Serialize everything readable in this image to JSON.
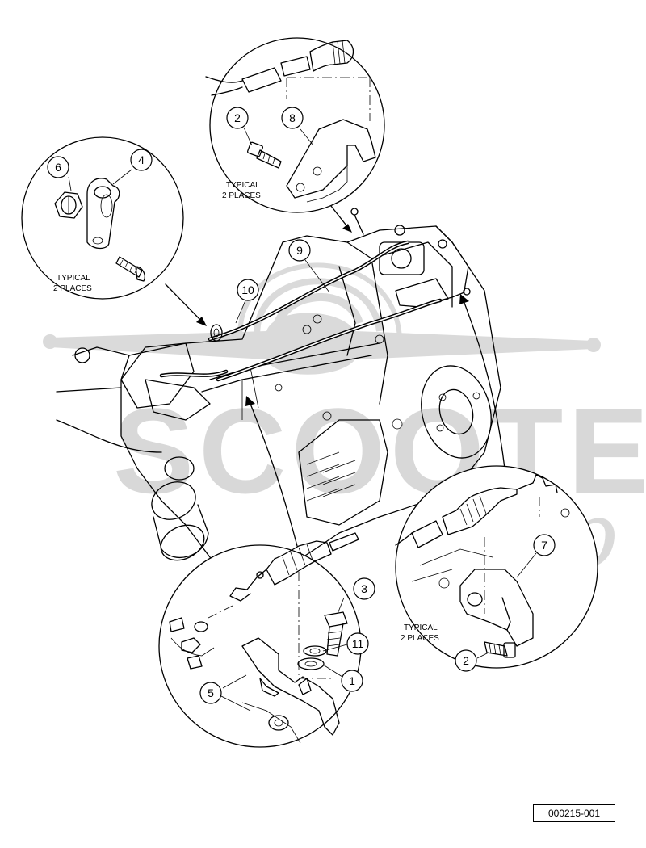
{
  "figure_id": "000215-001",
  "watermark": {
    "text": "SCOOTER",
    "script": "zip"
  },
  "notes": [
    {
      "id": "top",
      "text": [
        "TYPICAL",
        "2 PLACES"
      ]
    },
    {
      "id": "left",
      "text": [
        "TYPICAL",
        "2 PLACES"
      ]
    },
    {
      "id": "right",
      "text": [
        "TYPICAL",
        "2 PLACES"
      ]
    }
  ],
  "callouts": [
    {
      "id": "c2-top",
      "number": "2"
    },
    {
      "id": "c8",
      "number": "8"
    },
    {
      "id": "c6",
      "number": "6"
    },
    {
      "id": "c4",
      "number": "4"
    },
    {
      "id": "c9",
      "number": "9"
    },
    {
      "id": "c10",
      "number": "10"
    },
    {
      "id": "c7",
      "number": "7"
    },
    {
      "id": "c2-right",
      "number": "2"
    },
    {
      "id": "c3",
      "number": "3"
    },
    {
      "id": "c11",
      "number": "11"
    },
    {
      "id": "c1",
      "number": "1"
    },
    {
      "id": "c5",
      "number": "5"
    }
  ]
}
